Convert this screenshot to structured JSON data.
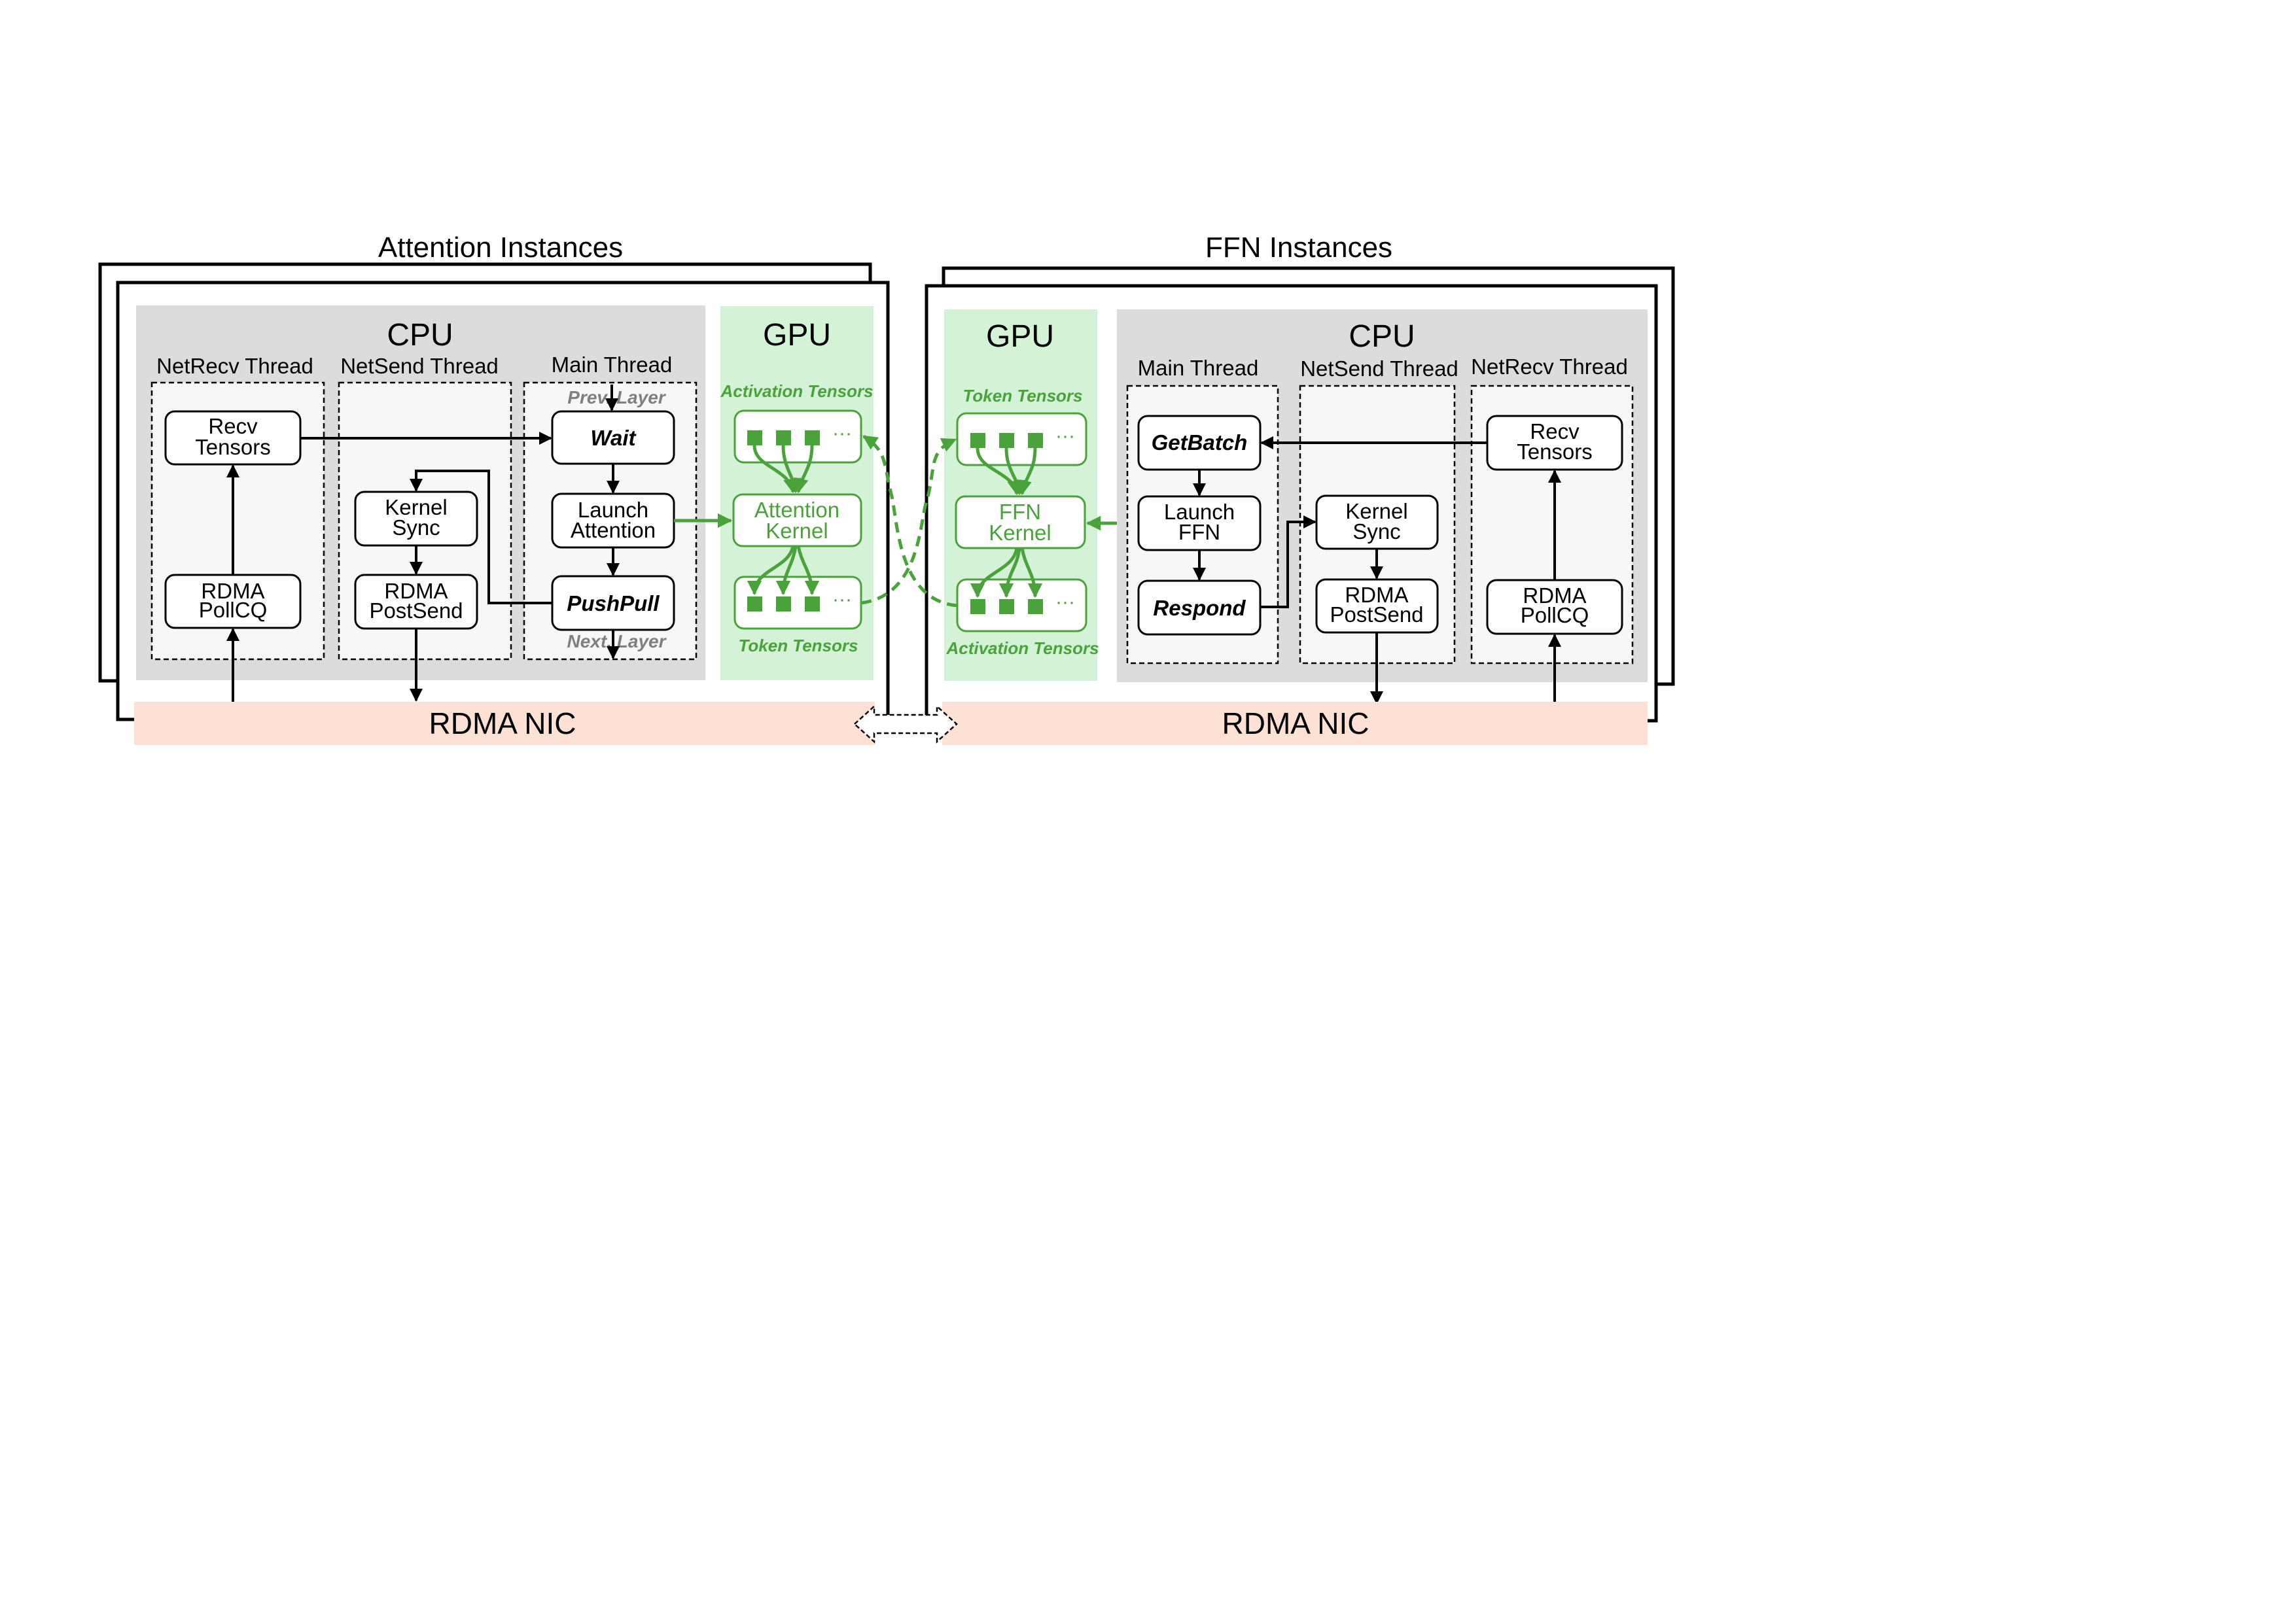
{
  "attention": {
    "title": "Attention Instances",
    "cpu_title": "CPU",
    "gpu_title": "GPU",
    "threads": {
      "netrecv": "NetRecv Thread",
      "netsend": "NetSend Thread",
      "main": "Main Thread"
    },
    "boxes": {
      "recv_tensors": [
        "Recv",
        "Tensors"
      ],
      "rdma_pollcq": [
        "RDMA",
        "PollCQ"
      ],
      "kernel_sync": [
        "Kernel",
        "Sync"
      ],
      "rdma_postsend": [
        "RDMA",
        "PostSend"
      ],
      "wait": "Wait",
      "launch_attention": [
        "Launch",
        "Attention"
      ],
      "pushpull": "PushPull"
    },
    "prev_layer": "Prev. Layer",
    "next_layer": "Next. Layer",
    "gpu": {
      "activation_tensors": "Activation Tensors",
      "kernel": [
        "Attention",
        "Kernel"
      ],
      "token_tensors": "Token Tensors",
      "ellipsis": "···"
    },
    "nic": "RDMA NIC"
  },
  "ffn": {
    "title": "FFN Instances",
    "cpu_title": "CPU",
    "gpu_title": "GPU",
    "threads": {
      "main": "Main Thread",
      "netsend": "NetSend Thread",
      "netrecv": "NetRecv Thread"
    },
    "boxes": {
      "getbatch": "GetBatch",
      "launch_ffn": [
        "Launch",
        "FFN"
      ],
      "respond": "Respond",
      "kernel_sync": [
        "Kernel",
        "Sync"
      ],
      "rdma_postsend": [
        "RDMA",
        "PostSend"
      ],
      "recv_tensors": [
        "Recv",
        "Tensors"
      ],
      "rdma_pollcq": [
        "RDMA",
        "PollCQ"
      ]
    },
    "gpu": {
      "token_tensors": "Token Tensors",
      "kernel": [
        "FFN",
        "Kernel"
      ],
      "activation_tensors": "Activation Tensors",
      "ellipsis": "···"
    },
    "nic": "RDMA NIC"
  },
  "colors": {
    "cpu_bg": "#dcdcdc",
    "gpu_bg": "#d3f2d6",
    "gpu_accent": "#4aa23a",
    "nic_bg": "#fde1d5",
    "layer_label": "#7f7f7f"
  }
}
